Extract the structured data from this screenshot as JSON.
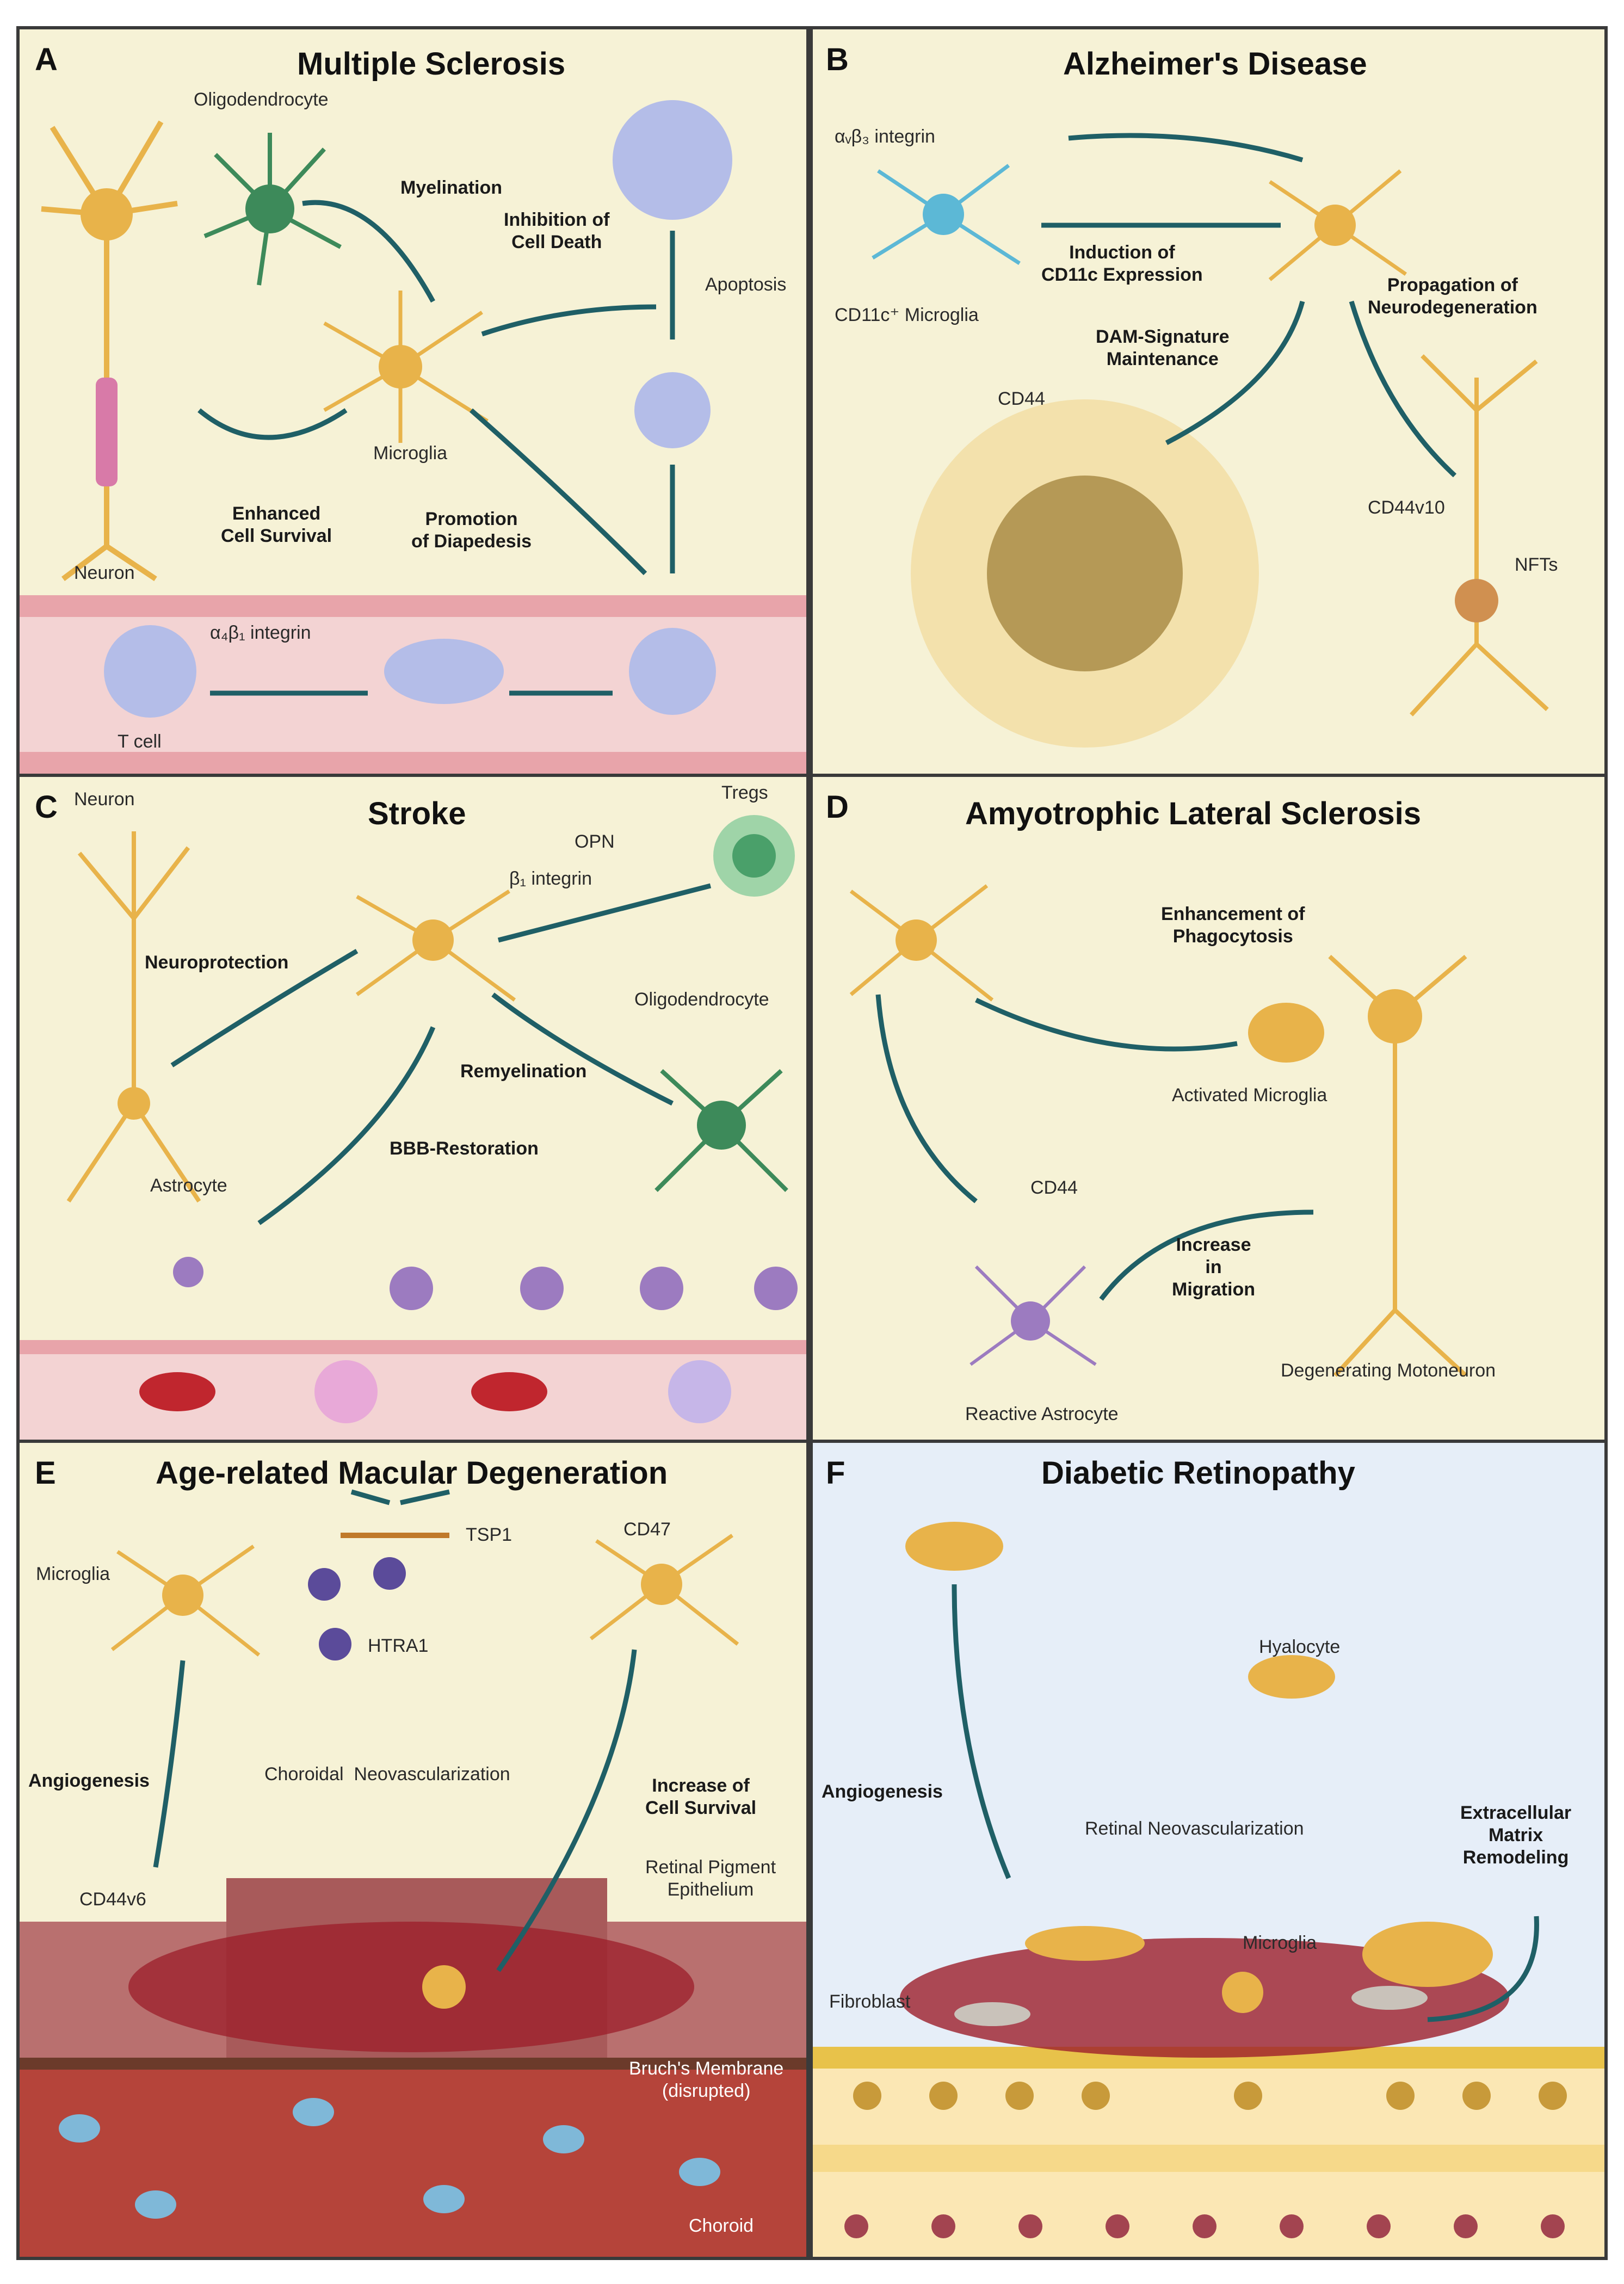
{
  "colors": {
    "panel_bg": "#f6f2d6",
    "panel_bg_retina": "#e6eef8",
    "border": "#3a3a3a",
    "microglia": "#e8b34a",
    "oligodendrocyte": "#3d8a5a",
    "vessel": "#f3d3d3",
    "arrow": "#1f5f66",
    "opn_dot": "#3b2b7a",
    "astrocyte": "#9c7bc0",
    "rbc": "#c0262e",
    "rpe": "#b9706f",
    "choroid": "#b5443a"
  },
  "panels": {
    "a": {
      "letter": "A",
      "title": "Multiple Sclerosis",
      "oligodendrocyte": "Oligodendrocyte",
      "myelination": "Myelination",
      "inhibition": "Inhibition of\nCell Death",
      "apoptosis": "Apoptosis",
      "microglia": "Microglia",
      "enhanced_survival": "Enhanced\nCell Survival",
      "promotion_diapedesis": "Promotion\nof Diapedesis",
      "neuron": "Neuron",
      "integrin": "α₄β₁ integrin",
      "t_cell": "T cell"
    },
    "b": {
      "letter": "B",
      "title": "Alzheimer's Disease",
      "integrin": "αᵥβ₃ integrin",
      "induction": "Induction of\nCD11c Expression",
      "cd11c_microglia": "CD11c⁺ Microglia",
      "propagation": "Propagation of\nNeurodegeneration",
      "dam": "DAM-Signature\nMaintenance",
      "cd44": "CD44",
      "cd44v10": "CD44v10",
      "nfts": "NFTs"
    },
    "c": {
      "letter": "C",
      "title": "Stroke",
      "neuron": "Neuron",
      "tregs": "Tregs",
      "opn": "OPN",
      "integrin": "β₁ integrin",
      "neuroprotection": "Neuroprotection",
      "oligodendrocyte": "Oligodendrocyte",
      "remyelination": "Remyelination",
      "bbb": "BBB-Restoration",
      "astrocyte": "Astrocyte"
    },
    "d": {
      "letter": "D",
      "title": "Amyotrophic Lateral Sclerosis",
      "phagocytosis": "Enhancement of\nPhagocytosis",
      "activated_microglia": "Activated Microglia",
      "cd44": "CD44",
      "migration": "Increase\nin\nMigration",
      "motoneuron": "Degenerating Motoneuron",
      "reactive_astrocyte": "Reactive Astrocyte"
    },
    "e": {
      "letter": "E",
      "title": "Age-related Macular Degeneration",
      "microglia": "Microglia",
      "cd47": "CD47",
      "tsp1": "TSP1",
      "htra1": "HTRA1",
      "angiogenesis": "Angiogenesis",
      "cnv": "Choroidal  Neovascularization",
      "cell_survival": "Increase of\nCell Survival",
      "rpe": "Retinal Pigment\nEpithelium",
      "cd44v6": "CD44v6",
      "bruchs": "Bruch's Membrane\n(disrupted)",
      "choroid": "Choroid"
    },
    "f": {
      "letter": "F",
      "title": "Diabetic Retinopathy",
      "hyalocyte": "Hyalocyte",
      "angiogenesis": "Angiogenesis",
      "rnv": "Retinal Neovascularization",
      "ecm": "Extracellular\nMatrix\nRemodeling",
      "microglia": "Microglia",
      "fibroblast": "Fibroblast"
    }
  }
}
